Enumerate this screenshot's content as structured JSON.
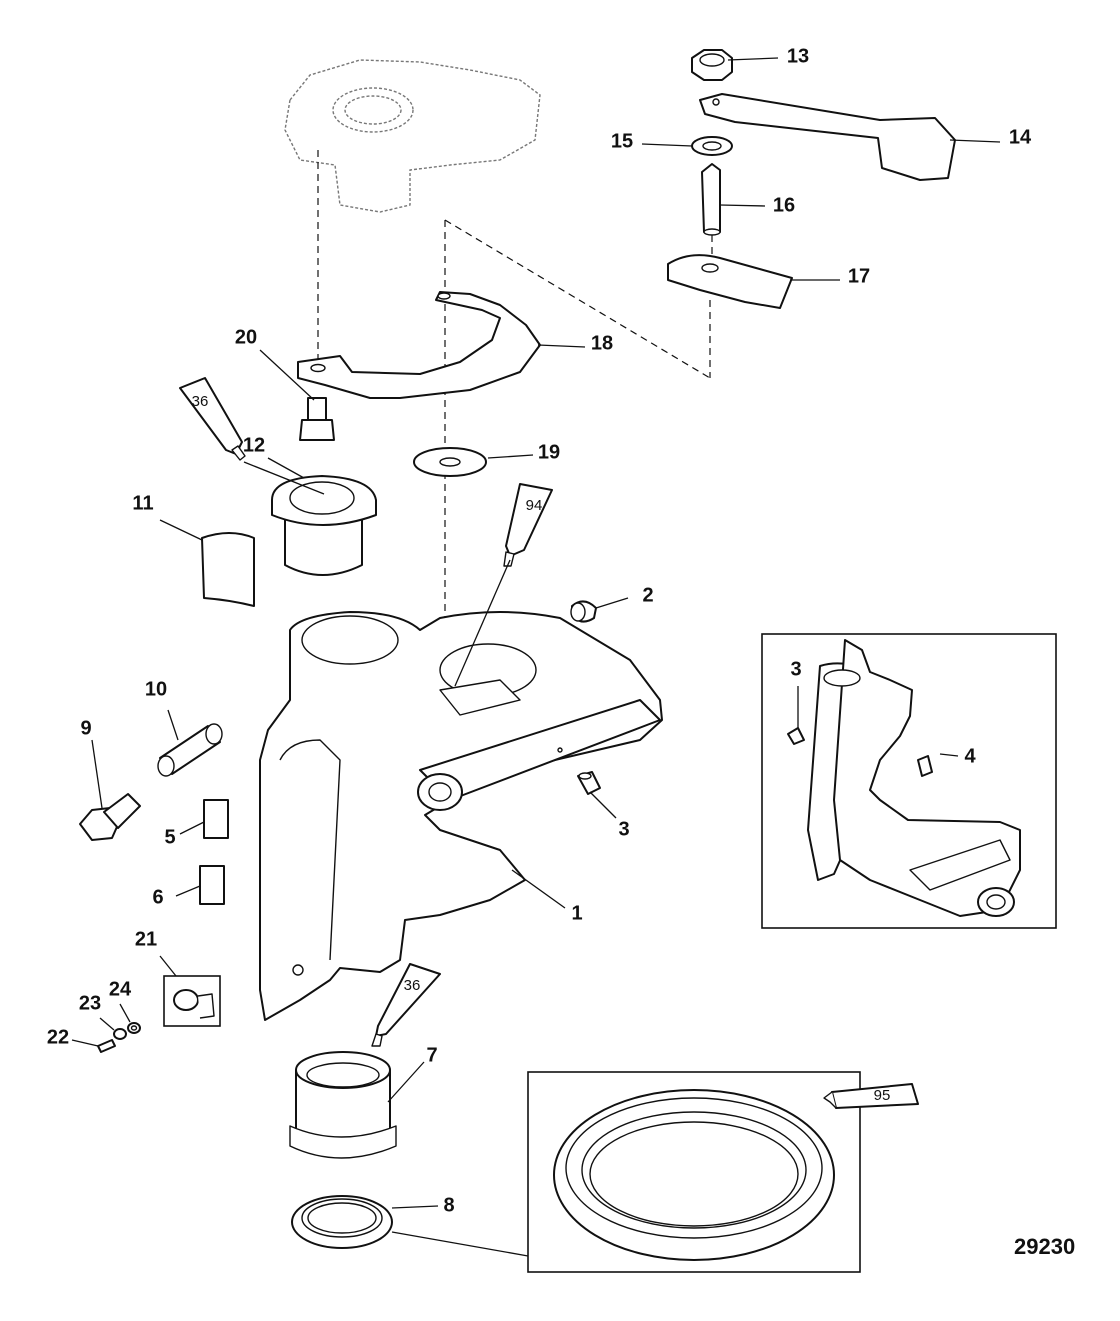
{
  "diagram": {
    "figure_id": "29230",
    "callouts": [
      "1",
      "2",
      "3",
      "3",
      "3",
      "4",
      "5",
      "6",
      "7",
      "8",
      "9",
      "10",
      "11",
      "12",
      "13",
      "14",
      "15",
      "16",
      "17",
      "18",
      "19",
      "20",
      "21",
      "22",
      "23",
      "24"
    ],
    "tube_labels": [
      "36",
      "94",
      "36",
      "95"
    ]
  }
}
